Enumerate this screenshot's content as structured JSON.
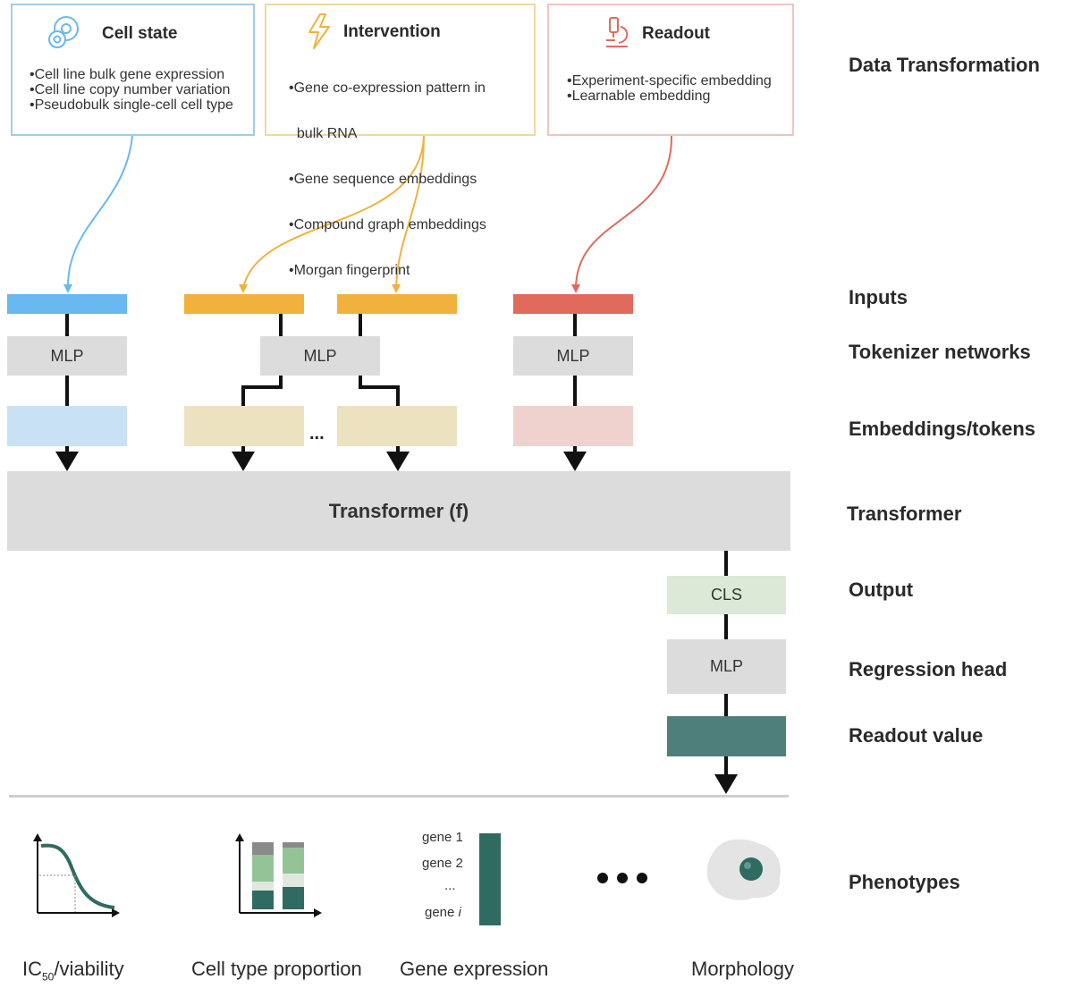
{
  "boxes": {
    "cell_state": {
      "title": "Cell state",
      "items": [
        "•Cell line bulk gene expression",
        "•Cell line copy number variation",
        "•Pseudobulk single-cell cell type"
      ],
      "color": "#9fcde6"
    },
    "intervention": {
      "title": "Intervention",
      "items": [
        "•Gene co-expression pattern in",
        "  bulk RNA",
        "•Gene sequence embeddings",
        "•Compound graph embeddings",
        "•Morgan fingerprint"
      ],
      "color": "#f0d9a0"
    },
    "readout": {
      "title": "Readout",
      "items": [
        "•Experiment-specific embedding",
        "•Learnable embedding"
      ],
      "color": "#efc5bf"
    }
  },
  "row_labels": {
    "data_transformation": "Data Transformation",
    "inputs": "Inputs",
    "tokenizer": "Tokenizer networks",
    "embeddings": "Embeddings/tokens",
    "transformer": "Transformer",
    "output": "Output",
    "regression_head": "Regression head",
    "readout_value": "Readout value",
    "phenotypes": "Phenotypes"
  },
  "mlp_labels": {
    "cell": "MLP",
    "intervention": "MLP",
    "readout": "MLP",
    "head": "MLP"
  },
  "ellipsis_small": "...",
  "transformer_label": "Transformer (f)",
  "cls_label": "CLS",
  "gene_labels": {
    "g1": "gene 1",
    "g2": "gene 2",
    "dots": "...",
    "gi_prefix": "gene ",
    "gi_italic": "i"
  },
  "phenotype_captions": {
    "ic50_prefix": "IC",
    "ic50_sub": "50",
    "ic50_suffix": "/viability",
    "cell_type": "Cell type proportion",
    "gene_expression": "Gene expression",
    "morphology": "Morphology"
  },
  "colors": {
    "blue": "#6ab8f0",
    "blue_light": "#c8e1f4",
    "orange": "#f0b23c",
    "orange_light": "#ede2c0",
    "red": "#e06a5c",
    "red_light": "#efd2cd",
    "green_light": "#dce9d6",
    "teal": "#4f7f7a",
    "teal_dark": "#2f6b61"
  },
  "icons": [
    "cells-icon",
    "lightning-icon",
    "microscope-icon"
  ]
}
